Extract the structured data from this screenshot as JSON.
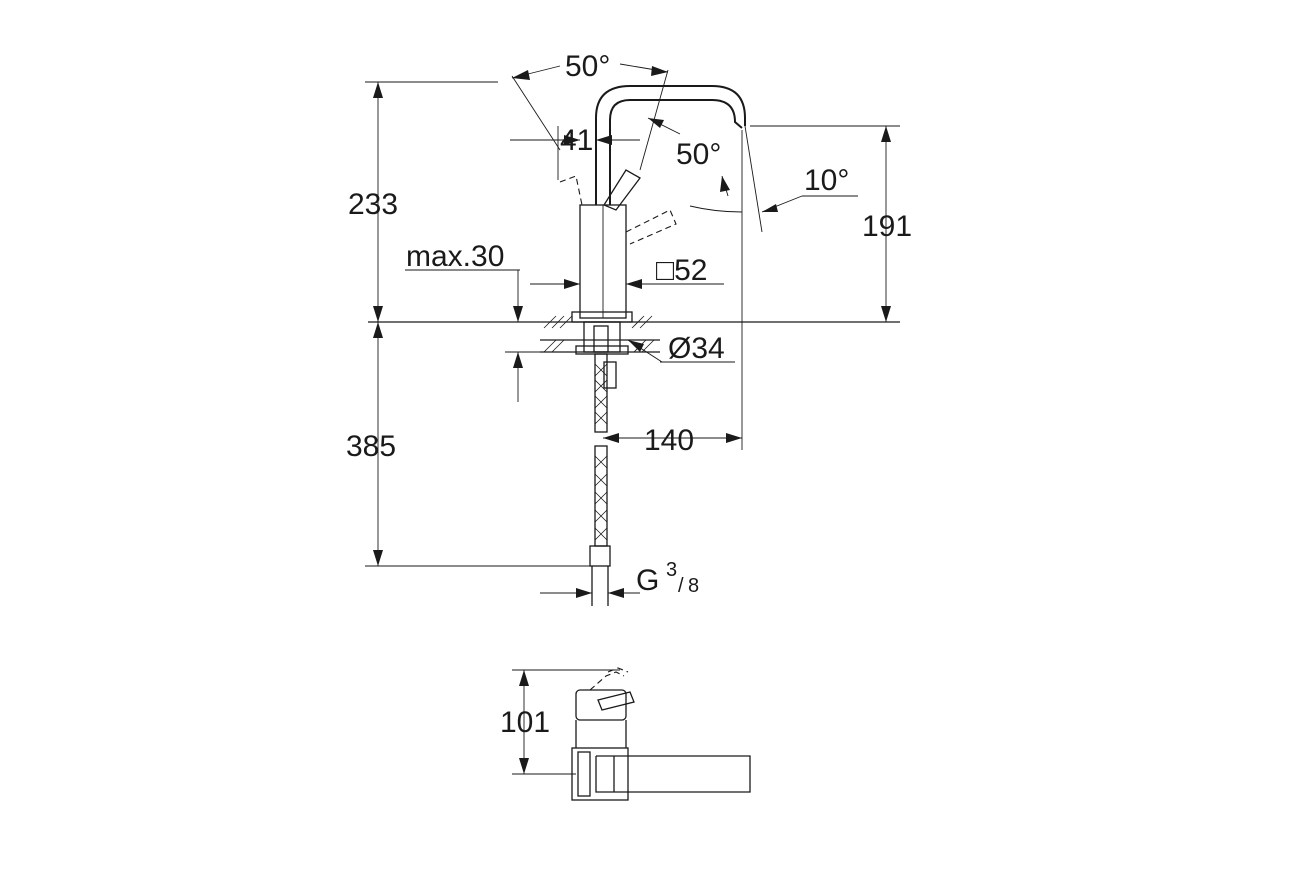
{
  "labels": {
    "angle_top": "50°",
    "handle_width": "41",
    "angle_right": "50°",
    "spout_tilt": "10°",
    "total_height": "233",
    "spout_height": "191",
    "max_deck": "max.30",
    "body_square": "□52",
    "hole_diameter": "Ø34",
    "spout_reach": "140",
    "hose_length": "385",
    "thread_main": "G",
    "thread_num": "3",
    "thread_den": "8",
    "plan_depth": "101"
  },
  "colors": {
    "line": "#1a1a1a",
    "background": "#ffffff"
  }
}
